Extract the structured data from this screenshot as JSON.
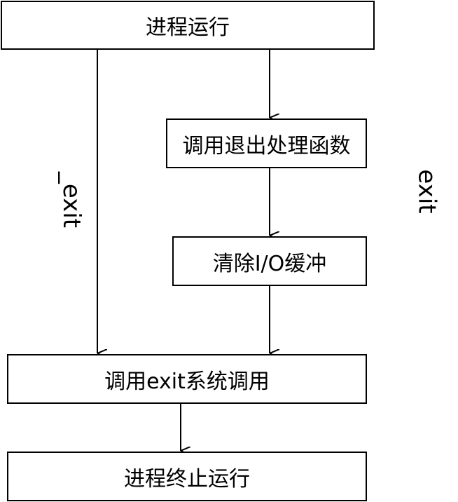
{
  "diagram": {
    "nodes": {
      "process_running": "进程运行",
      "call_exit_handlers": "调用退出处理函数",
      "clear_io_buffer": "清除I/O缓冲",
      "call_exit_syscall": "调用exit系统调用",
      "process_terminated": "进程终止运行"
    },
    "edge_labels": {
      "left_path": "_exit",
      "right_path": "exit"
    }
  }
}
